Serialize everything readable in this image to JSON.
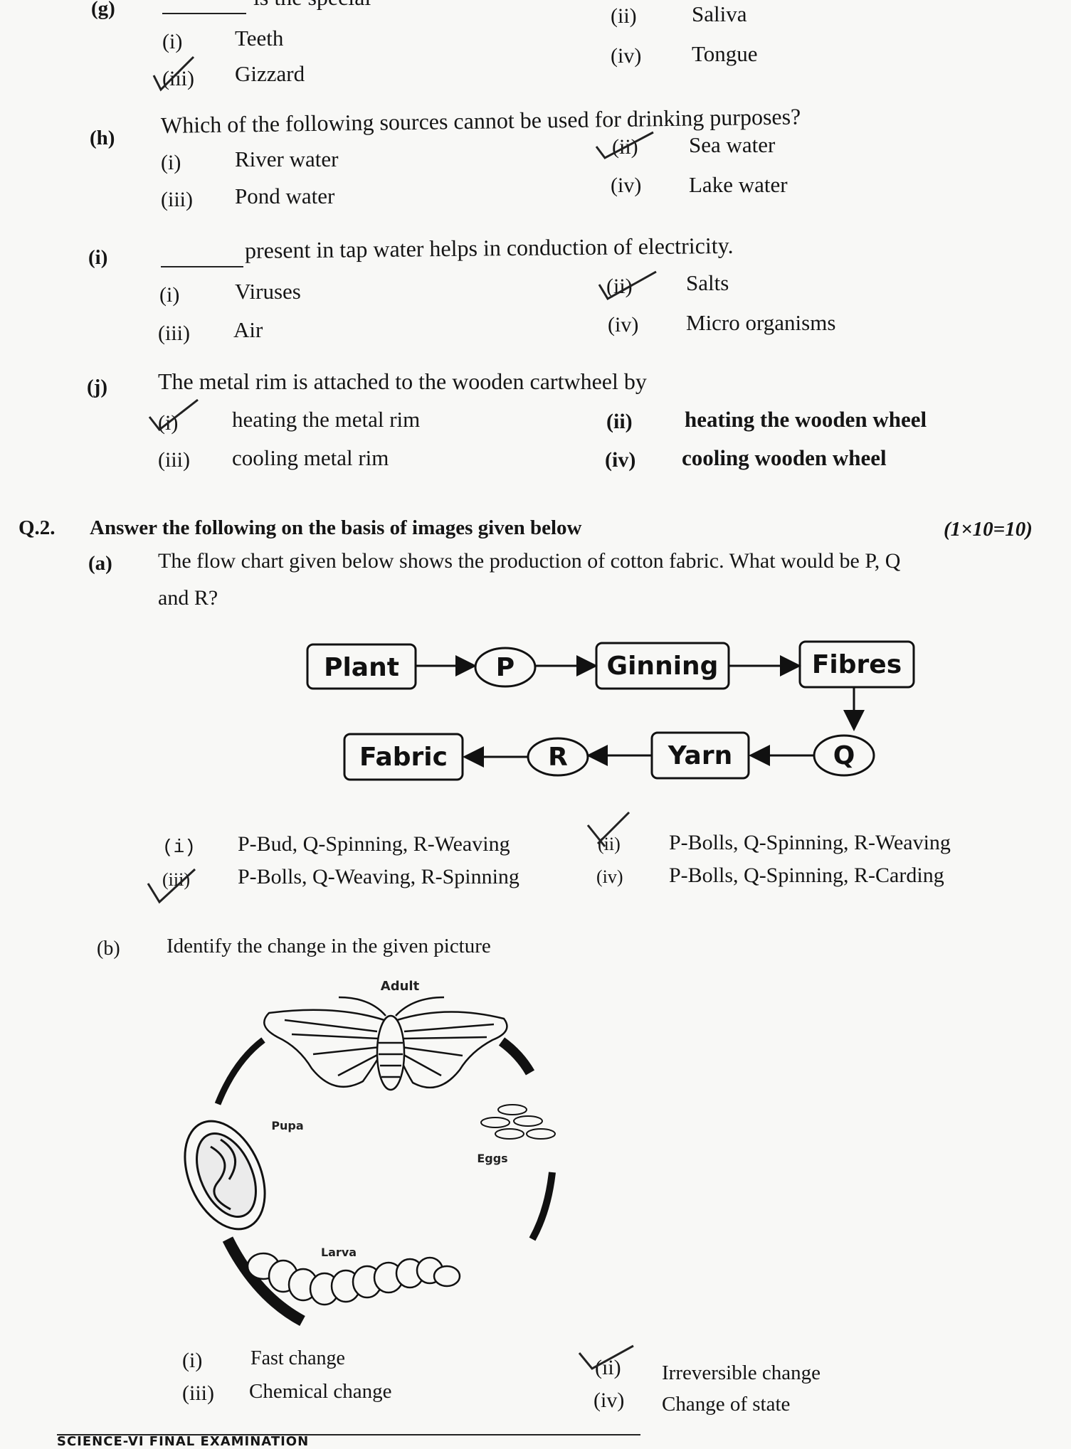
{
  "q1_tail": {
    "g": {
      "label": "(g)",
      "stem_partial": "is the special",
      "options": [
        {
          "num": "(i)",
          "text": "Teeth"
        },
        {
          "num": "(ii)",
          "text": "Saliva"
        },
        {
          "num": "(iii)",
          "text": "Gizzard"
        },
        {
          "num": "(iv)",
          "text": "Tongue"
        }
      ]
    },
    "h": {
      "label": "(h)",
      "stem": "Which of the following sources cannot be used for drinking purposes?",
      "options": [
        {
          "num": "(i)",
          "text": "River water"
        },
        {
          "num": "(ii)",
          "text": "Sea water"
        },
        {
          "num": "(iii)",
          "text": "Pond water"
        },
        {
          "num": "(iv)",
          "text": "Lake water"
        }
      ]
    },
    "i": {
      "label": "(i)",
      "stem": "present in tap water helps in conduction of electricity.",
      "options": [
        {
          "num": "(i)",
          "text": "Viruses"
        },
        {
          "num": "(ii)",
          "text": "Salts"
        },
        {
          "num": "(iii)",
          "text": "Air"
        },
        {
          "num": "(iv)",
          "text": "Micro organisms"
        }
      ]
    },
    "j": {
      "label": "(j)",
      "stem": "The metal rim is attached to the wooden cartwheel by",
      "options": [
        {
          "num": "(i)",
          "text": "heating the metal rim"
        },
        {
          "num": "(ii)",
          "text": "heating the wooden wheel"
        },
        {
          "num": "(iii)",
          "text": "cooling metal rim"
        },
        {
          "num": "(iv)",
          "text": "cooling wooden wheel"
        }
      ]
    }
  },
  "q2": {
    "number": "Q.2.",
    "heading": "Answer the following on the basis of images given below",
    "marks": "(1×10=10)",
    "a": {
      "label": "(a)",
      "stem_line1": "The flow chart given below shows the production of cotton fabric. What would be P, Q",
      "stem_line2": "and R?",
      "flowchart": {
        "plant": "Plant",
        "p": "P",
        "ginning": "Ginning",
        "fibres": "Fibres",
        "q": "Q",
        "yarn": "Yarn",
        "r": "R",
        "fabric": "Fabric"
      },
      "options": [
        {
          "num": "(i)",
          "text": "P-Bud, Q-Spinning, R-Weaving"
        },
        {
          "num": "(ii)",
          "text": "P-Bolls, Q-Spinning, R-Weaving"
        },
        {
          "num": "(iii)",
          "text": "P-Bolls, Q-Weaving, R-Spinning"
        },
        {
          "num": "(iv)",
          "text": "P-Bolls, Q-Spinning, R-Carding"
        }
      ]
    },
    "b": {
      "label": "(b)",
      "stem": "Identify the change in the given picture",
      "cycle": {
        "adult": "Adult",
        "eggs": "Eggs",
        "larva": "Larva",
        "pupa": "Pupa"
      },
      "options": [
        {
          "num": "(i)",
          "text": "Fast change"
        },
        {
          "num": "(ii)",
          "text": "Irreversible change"
        },
        {
          "num": "(iii)",
          "text": "Chemical change"
        },
        {
          "num": "(iv)",
          "text": "Change of state"
        }
      ]
    }
  },
  "footer": {
    "text": "SCIENCE-VI FINAL EXAMINATION"
  },
  "colors": {
    "ink": "#151515",
    "paper": "#f8f8f6",
    "pen": "#222222"
  }
}
